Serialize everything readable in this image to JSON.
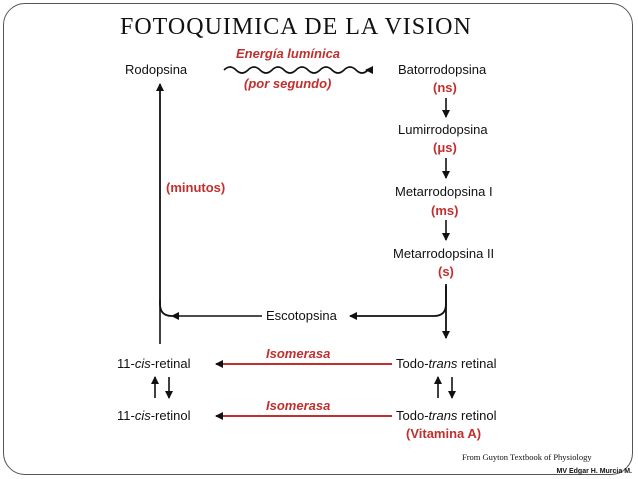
{
  "title": "FOTOQUIMICA DE LA VISION",
  "nodes": {
    "rodopsina": "Rodopsina",
    "batorrodopsina": "Batorrodopsina",
    "lumirrodopsina": "Lumirrodopsina",
    "metarrodopsina_1": "Metarrodopsina I",
    "metarrodopsina_2": "Metarrodopsina II",
    "escotopsina": "Escotopsina",
    "cis_retinal_prefix": "11-",
    "cis_retinal_italic": "cis",
    "cis_retinal_suffix": "-retinal",
    "cis_retinol_prefix": "11-",
    "cis_retinol_italic": "cis",
    "cis_retinol_suffix": "-retinol",
    "trans_retinal_prefix": "Todo-",
    "trans_retinal_italic": "trans",
    "trans_retinal_suffix": " retinal",
    "trans_retinol_prefix": "Todo-",
    "trans_retinol_italic": "trans",
    "trans_retinol_suffix": " retinol"
  },
  "labels": {
    "energia_1": "Energía lumínica",
    "energia_2": "(por segundo)",
    "ns": "(ns)",
    "us": "(μs)",
    "ms": "(ms)",
    "s": "(s)",
    "minutos": "(minutos)",
    "isomerasa_1": "Isomerasa",
    "isomerasa_2": "Isomerasa",
    "vitamina_a": "(Vitamina A)"
  },
  "credit": "From Guyton Textbook of Physiology",
  "author": "MV Edgar H. Murcia M."
}
